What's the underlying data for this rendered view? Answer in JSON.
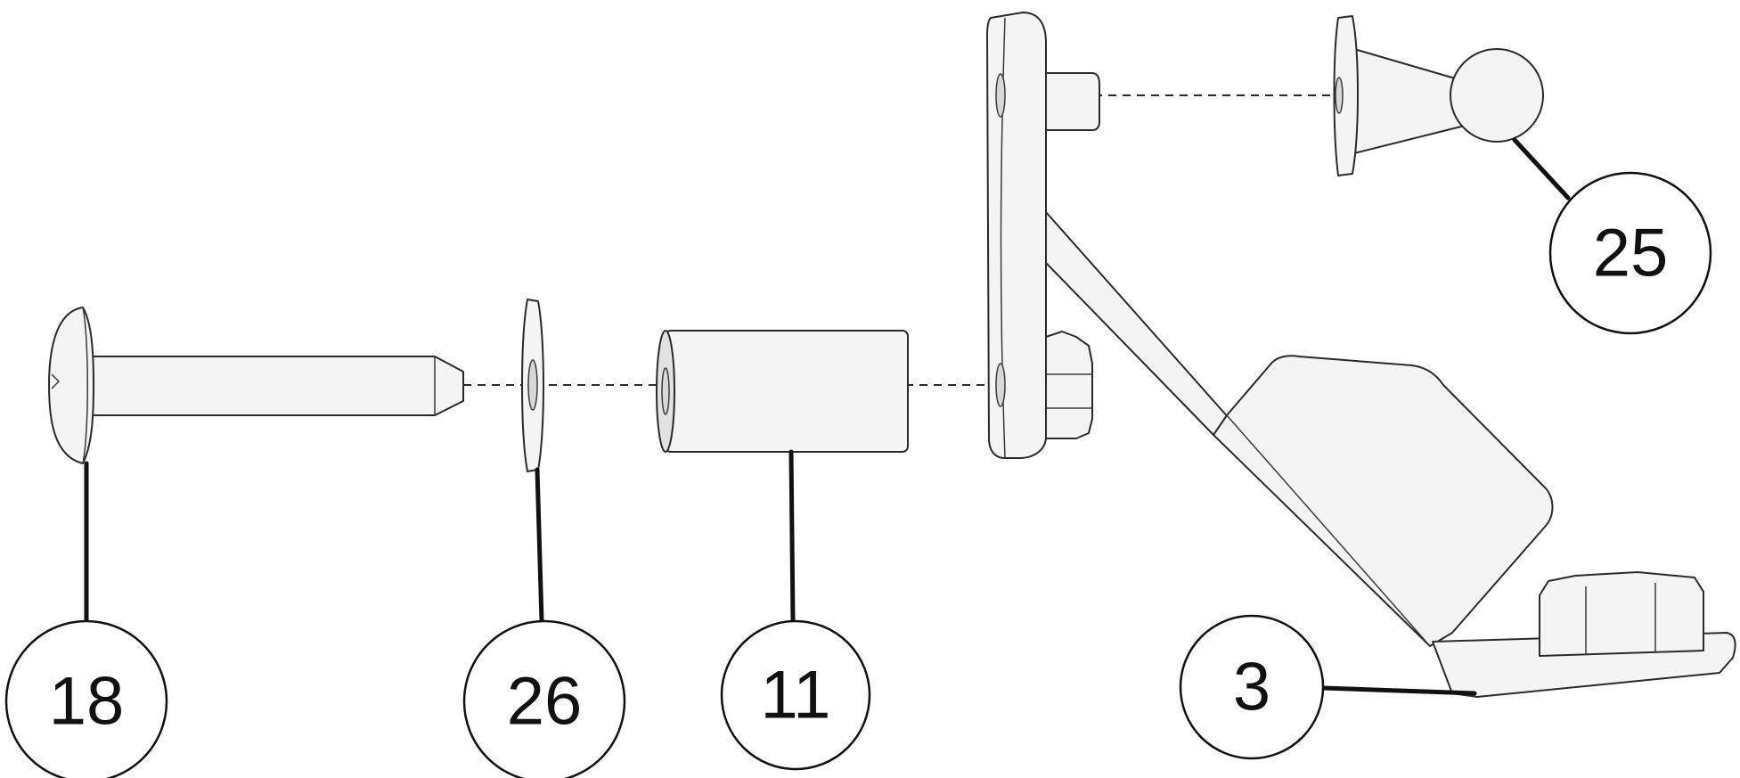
{
  "callouts": [
    {
      "id": "screw",
      "label": "18"
    },
    {
      "id": "washer",
      "label": "26"
    },
    {
      "id": "spacer",
      "label": "11"
    },
    {
      "id": "bracket",
      "label": "3"
    },
    {
      "id": "ball-stud",
      "label": "25"
    }
  ]
}
